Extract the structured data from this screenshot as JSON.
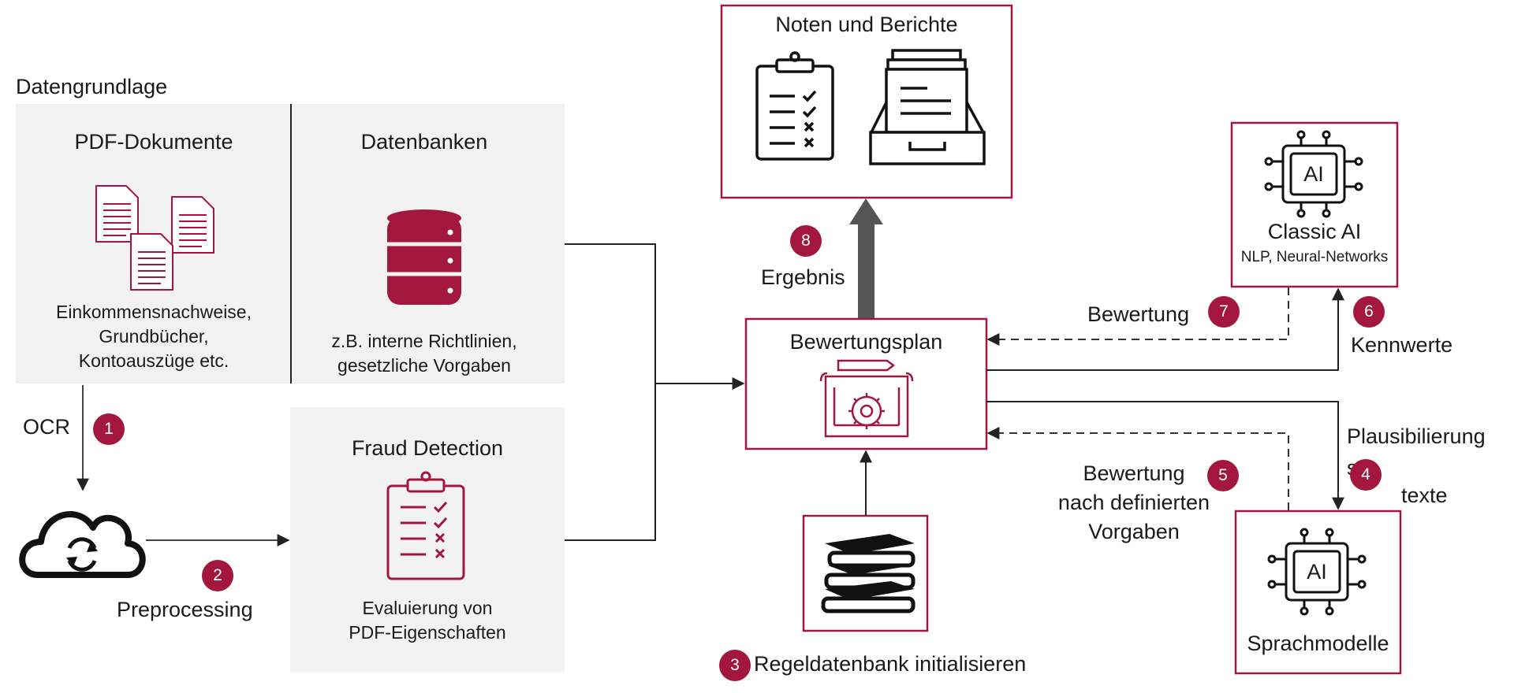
{
  "colors": {
    "accent": "#a3173f",
    "panel": "#f2f2f2",
    "line": "#333333",
    "icon": "#111111"
  },
  "data_basis": {
    "title": "Datengrundlage",
    "pdf": {
      "title": "PDF-Dokumente",
      "caption": [
        "Einkommensnachweise,",
        "Grundbücher,",
        "Kontoauszüge etc."
      ]
    },
    "databases": {
      "title": "Datenbanken",
      "caption": [
        "z.B. interne Richtlinien,",
        "gesetzliche Vorgaben"
      ]
    }
  },
  "ocr": {
    "label": "OCR",
    "step": "1"
  },
  "preprocessing": {
    "label": "Preprocessing",
    "step": "2"
  },
  "fraud_detection": {
    "title": "Fraud Detection",
    "caption": [
      "Evaluierung von",
      "PDF-Eigenschaften"
    ]
  },
  "rules_db": {
    "label": "Regeldatenbank initialisieren",
    "step": "3"
  },
  "plan": {
    "title": "Bewertungsplan"
  },
  "grades": {
    "title": "Noten und Berichte"
  },
  "result": {
    "label": "Ergebnis",
    "step": "8"
  },
  "classic_ai": {
    "title": "Classic AI",
    "subtitle": "NLP, Neural-Networks",
    "chip": "AI"
  },
  "language_models": {
    "title": "Sprachmodelle",
    "chip": "AI"
  },
  "edges": {
    "rating_classic": {
      "label": "Bewertung",
      "step": "7"
    },
    "metrics": {
      "label": "Kennwerte",
      "step": "6"
    },
    "plausibility": {
      "label": [
        "Plausibilierung",
        "s",
        "texte"
      ],
      "step": "4"
    },
    "rating_defined": {
      "label": [
        "Bewertung",
        "nach definierten",
        "Vorgaben"
      ],
      "step": "5"
    }
  }
}
